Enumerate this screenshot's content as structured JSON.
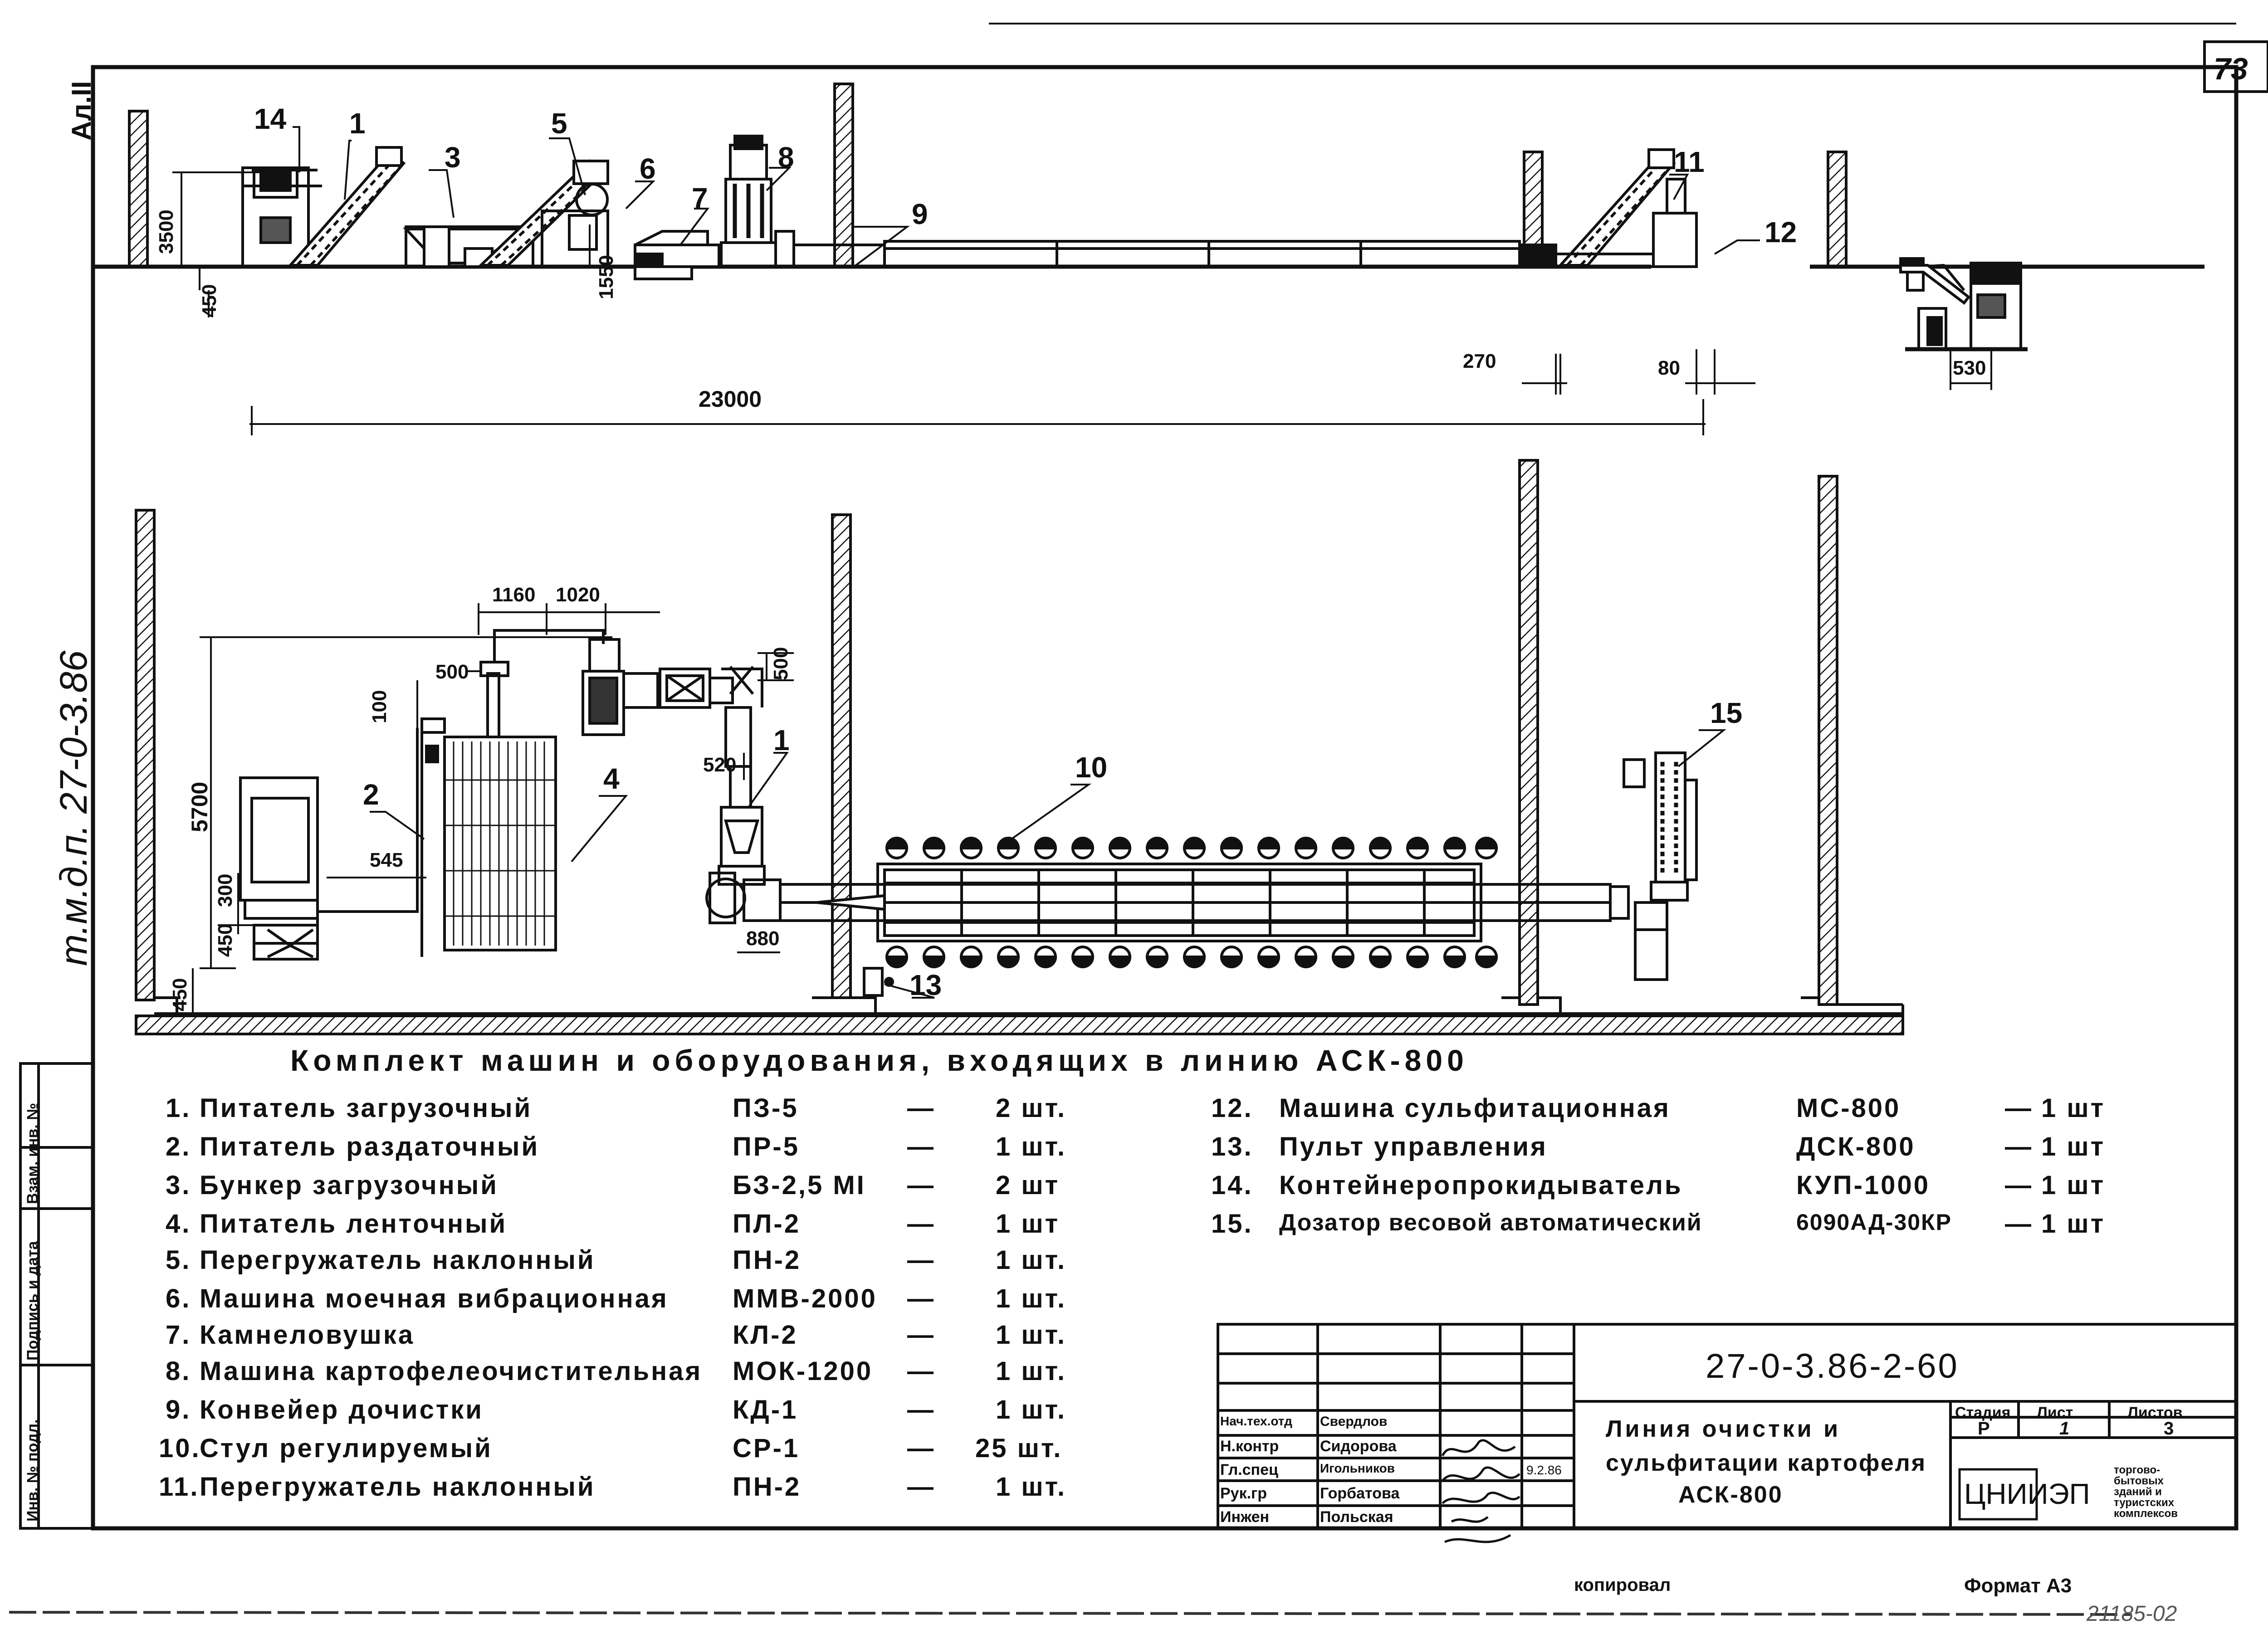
{
  "sheet": {
    "page_number": "73",
    "corner_mark": "Ал.II",
    "side_code": "т.м.д.п. 27-0-3.86",
    "bottom_left": "копировал",
    "format": "Формат А3",
    "bottom_right_stamp": "21185-02"
  },
  "side_stamp": {
    "fields": [
      "Инв. № подл.",
      "Подпись и дата",
      "Взам. инв. №"
    ]
  },
  "elevation": {
    "callouts": [
      "14",
      "1",
      "3",
      "5",
      "6",
      "7",
      "8",
      "9",
      "11",
      "12"
    ],
    "dims": {
      "height_total": "3500",
      "height_base": "450",
      "height_washer": "1550",
      "length_total": "23000",
      "gap_a": "270",
      "gap_b": "80",
      "gap_c": "530"
    }
  },
  "plan": {
    "callouts": [
      "2",
      "4",
      "1",
      "10",
      "13",
      "15"
    ],
    "dims": {
      "d1160": "1160",
      "d1020": "1020",
      "d500a": "500",
      "d500b": "500",
      "d100": "100",
      "d5700": "5700",
      "d545": "545",
      "d300": "300",
      "d450a": "450",
      "d450b": "450",
      "d520": "520",
      "d880": "880"
    }
  },
  "equipment": {
    "title": "Комплект машин и оборудования, входящих в линию АСК-800",
    "items_left": [
      {
        "n": "1.",
        "name": "Питатель загрузочный",
        "code": "ПЗ-5",
        "dash": "—",
        "qty": "2 шт."
      },
      {
        "n": "2.",
        "name": "Питатель раздаточный",
        "code": "ПР-5",
        "dash": "—",
        "qty": "1 шт."
      },
      {
        "n": "3.",
        "name": "Бункер загрузочный",
        "code": "БЗ-2,5 МI",
        "dash": "—",
        "qty": "2 шт"
      },
      {
        "n": "4.",
        "name": "Питатель ленточный",
        "code": "ПЛ-2",
        "dash": "—",
        "qty": "1 шт"
      },
      {
        "n": "5.",
        "name": "Перегружатель наклонный",
        "code": "ПН-2",
        "dash": "—",
        "qty": "1 шт."
      },
      {
        "n": "6.",
        "name": "Машина моечная вибрационная",
        "code": "ММВ-2000",
        "dash": "—",
        "qty": "1 шт."
      },
      {
        "n": "7.",
        "name": "Камнеловушка",
        "code": "КЛ-2",
        "dash": "—",
        "qty": "1 шт."
      },
      {
        "n": "8.",
        "name": "Машина картофелеочистительная",
        "code": "МОК-1200",
        "dash": "—",
        "qty": "1 шт."
      },
      {
        "n": "9.",
        "name": "Конвейер дочистки",
        "code": "КД-1",
        "dash": "—",
        "qty": "1 шт."
      },
      {
        "n": "10.",
        "name": "Стул регулируемый",
        "code": "СР-1",
        "dash": "—",
        "qty": "25 шт."
      },
      {
        "n": "11.",
        "name": "Перегружатель наклонный",
        "code": "ПН-2",
        "dash": "—",
        "qty": "1 шт."
      }
    ],
    "items_right": [
      {
        "n": "12.",
        "name": "Машина сульфитационная",
        "code": "МС-800",
        "dash": "—",
        "qty": "1 шт"
      },
      {
        "n": "13.",
        "name": "Пульт управления",
        "code": "ДСК-800",
        "dash": "—",
        "qty": "1 шт"
      },
      {
        "n": "14.",
        "name": "Контейнеропрокидыватель",
        "code": "КУП-1000",
        "dash": "—",
        "qty": "1 шт"
      },
      {
        "n": "15.",
        "name": "Дозатор весовой автоматический",
        "code": "6090АД-30КР",
        "dash": "—",
        "qty": "1 шт"
      }
    ]
  },
  "title_block": {
    "doc_code": "27-0-3.86-2-60",
    "title_line1": "Линия очистки и",
    "title_line2": "сульфитации картофеля",
    "title_line3": "АСК-800",
    "stage_label": "Стадия",
    "stage_value": "Р",
    "sheet_label": "Лист",
    "sheet_value": "1",
    "sheets_label": "Листов",
    "sheets_value": "3",
    "org": "ЦНИИЭП",
    "org_desc": [
      "торгово-",
      "бытовых",
      "зданий и",
      "туристских",
      "комплексов"
    ],
    "date": "9.2.86",
    "staff": [
      {
        "role": "Нач.тех.отд",
        "name": "Свердлов"
      },
      {
        "role": "Н.контр",
        "name": "Сидорова"
      },
      {
        "role": "Гл.спец",
        "name": "Игольников"
      },
      {
        "role": "Рук.гр",
        "name": "Горбатова"
      },
      {
        "role": "Инжен",
        "name": "Польская"
      }
    ]
  }
}
